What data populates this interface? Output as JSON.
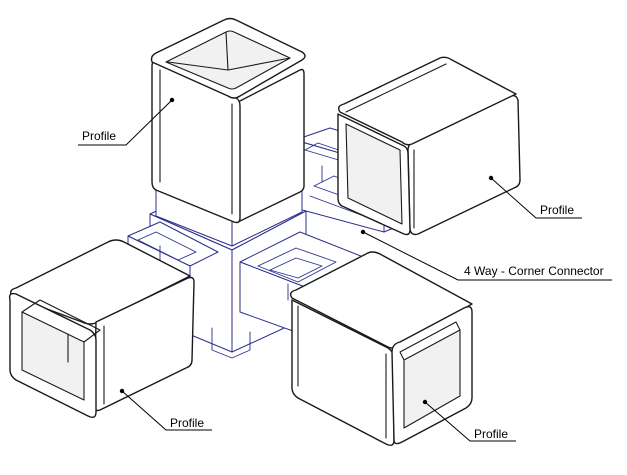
{
  "labels": {
    "profile_top": "Profile",
    "profile_right": "Profile",
    "connector": "4 Way - Corner Connector",
    "profile_left": "Profile",
    "profile_bottom": "Profile"
  },
  "colors": {
    "outline": "#1a1a1a",
    "connector_outline": "#2b2f8c",
    "background": "#ffffff"
  }
}
